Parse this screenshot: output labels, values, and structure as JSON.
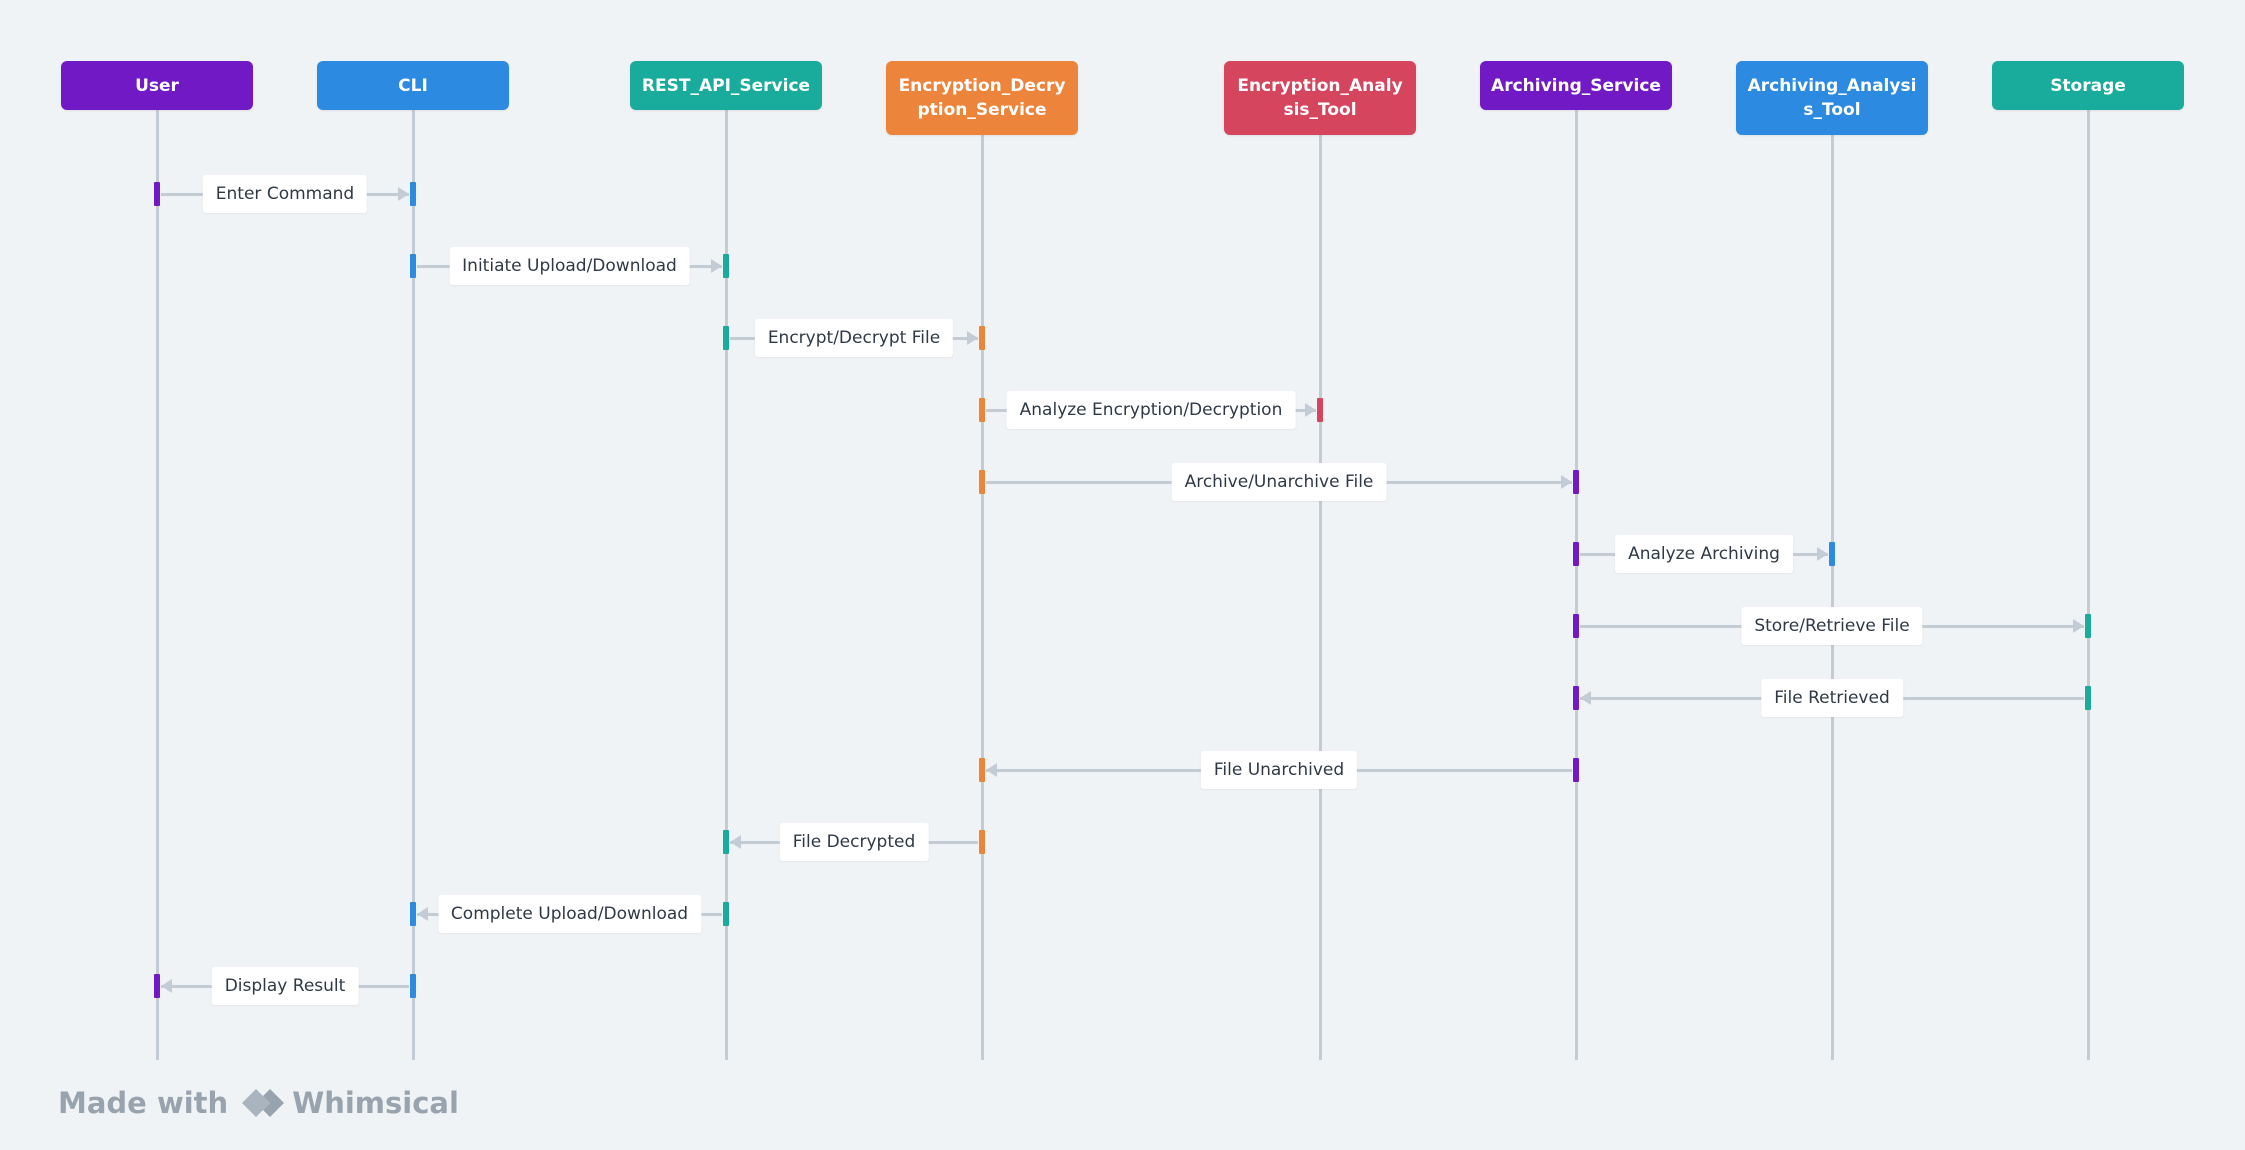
{
  "participants": [
    {
      "id": "user",
      "label": "User",
      "color": "#7119c4"
    },
    {
      "id": "cli",
      "label": "CLI",
      "color": "#2c8ae0"
    },
    {
      "id": "rest",
      "label": "REST_API_Service",
      "color": "#19ab9b"
    },
    {
      "id": "enc",
      "label": "Encryption_Decryption_Service",
      "color": "#ec843c"
    },
    {
      "id": "enca",
      "label": "Encryption_Analysis_Tool",
      "color": "#d6455e"
    },
    {
      "id": "arch",
      "label": "Archiving_Service",
      "color": "#7119c4"
    },
    {
      "id": "archa",
      "label": "Archiving_Analysis_Tool",
      "color": "#2c8ae0"
    },
    {
      "id": "storage",
      "label": "Storage",
      "color": "#19ab9b"
    }
  ],
  "messages": [
    {
      "from": 0,
      "to": 1,
      "label": "Enter Command"
    },
    {
      "from": 1,
      "to": 2,
      "label": "Initiate Upload/Download"
    },
    {
      "from": 2,
      "to": 3,
      "label": "Encrypt/Decrypt File"
    },
    {
      "from": 3,
      "to": 4,
      "label": "Analyze Encryption/Decryption"
    },
    {
      "from": 3,
      "to": 5,
      "label": "Archive/Unarchive File"
    },
    {
      "from": 5,
      "to": 6,
      "label": "Analyze Archiving"
    },
    {
      "from": 5,
      "to": 7,
      "label": "Store/Retrieve File"
    },
    {
      "from": 7,
      "to": 5,
      "label": "File Retrieved"
    },
    {
      "from": 5,
      "to": 3,
      "label": "File Unarchived"
    },
    {
      "from": 3,
      "to": 2,
      "label": "File Decrypted"
    },
    {
      "from": 2,
      "to": 1,
      "label": "Complete Upload/Download"
    },
    {
      "from": 1,
      "to": 0,
      "label": "Display Result"
    }
  ],
  "footer": {
    "prefix": "Made with",
    "brand": "Whimsical",
    "logo_icon": "whimsical-logo-icon"
  }
}
